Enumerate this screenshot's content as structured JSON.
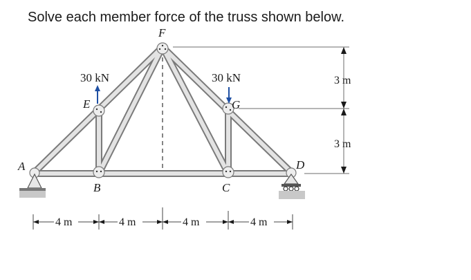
{
  "prompt": "Solve each member force of the truss shown below.",
  "nodes": {
    "A": "A",
    "B": "B",
    "C": "C",
    "D": "D",
    "E": "E",
    "F": "F",
    "G": "G"
  },
  "loads": {
    "at_E": "30 kN",
    "at_G": "30 kN"
  },
  "dimensions": {
    "horizontal": [
      "4 m",
      "4 m",
      "4 m",
      "4 m"
    ],
    "vertical": [
      "3 m",
      "3 m"
    ]
  },
  "colors": {
    "member_fill": "#d6d6d6",
    "member_stroke": "#7a7a7a",
    "support_base": "#c8c8c8"
  }
}
